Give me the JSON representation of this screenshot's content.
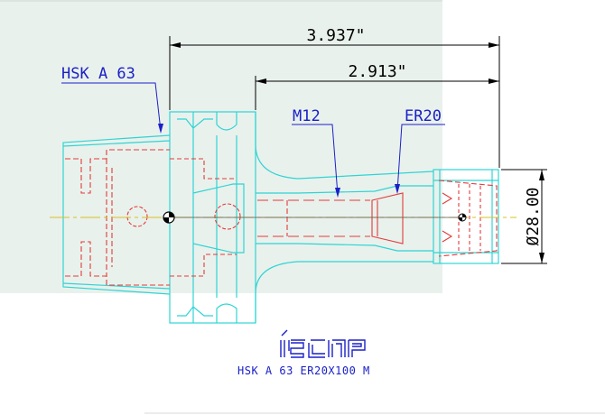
{
  "dimensions": {
    "overall_length": "3.937\"",
    "gauge_length": "2.913\"",
    "diameter": "Ø28.00"
  },
  "callouts": {
    "shank": "HSK A 63",
    "thread": "M12",
    "collet": "ER20"
  },
  "brand": {
    "logo_text": "iscar"
  },
  "caption": "HSK A 63 ER20X100 M",
  "colors": {
    "outline": "#2fd4d4",
    "hidden_lines": "#e23b3b",
    "dimensions": "#000000",
    "callouts": "#1a20c8",
    "centerline": "#d8c020",
    "background_panel": "#e9f1ec"
  }
}
